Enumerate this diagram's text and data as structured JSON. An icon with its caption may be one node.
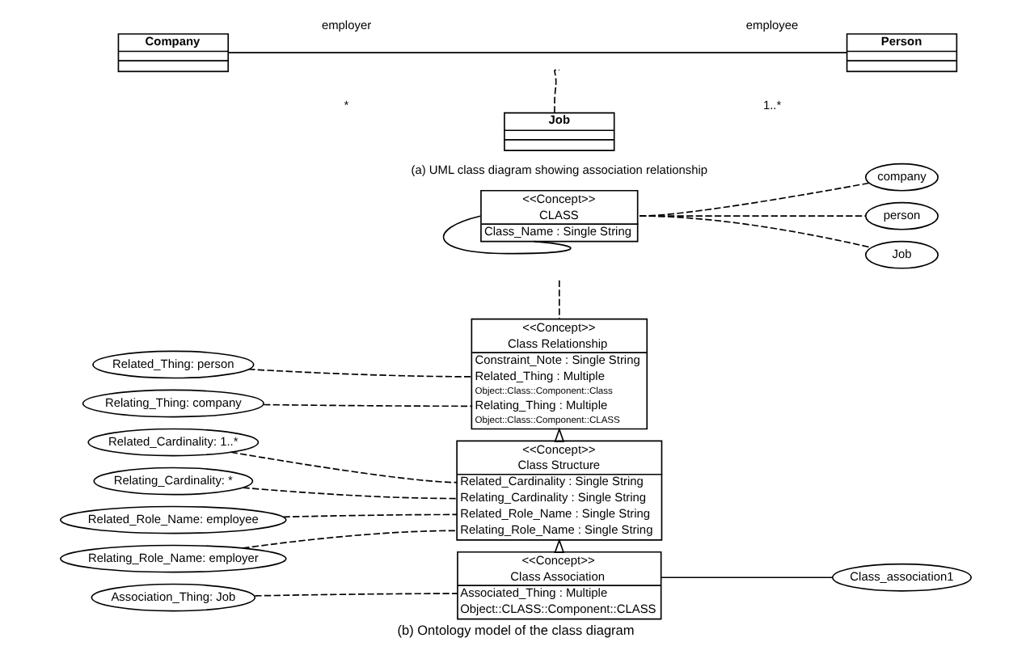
{
  "diagram": {
    "caption": "(b) Ontology model of the class diagram",
    "nodes": [
      {
        "text": [
          "Company"
        ]
      },
      {
        "text": [
          "Person"
        ]
      },
      {
        "text": [
          "Job"
        ]
      },
      {
        "text": [
          "<<Concept>>",
          "CLASS",
          "Class_Name : Single String"
        ]
      },
      {
        "text": [
          "company"
        ]
      },
      {
        "text": [
          "person"
        ]
      },
      {
        "text": [
          "Job"
        ]
      },
      {
        "text": [
          "<<Concept>>",
          "Class Relationship",
          "Constraint_Note : Single String",
          "Related_Thing : Multiple",
          "Object::Class::Component::Class",
          "Relating_Thing : Multiple",
          "Object::Class::Component::CLASS"
        ]
      },
      {
        "text": [
          "Related_Thing: person"
        ]
      },
      {
        "text": [
          "Relating_Thing: company"
        ]
      },
      {
        "text": [
          "<<Concept>>",
          "Class Structure",
          "Related_Cardinality : Single String",
          "Relating_Cardinality : Single String",
          "Related_Role_Name : Single String",
          "Relating_Role_Name : Single String"
        ]
      },
      {
        "text": [
          "Related_Cardinality: 1..*"
        ]
      },
      {
        "text": [
          "Relating_Cardinality: *"
        ]
      },
      {
        "text": [
          "Related_Role_Name: employee"
        ]
      },
      {
        "text": [
          "Relating_Role_Name: employer"
        ]
      },
      {
        "text": [
          "<<Concept>>",
          "Class Association",
          "Associated_Thing : Multiple",
          "Object::CLASS::Component::CLASS"
        ]
      },
      {
        "text": [
          "Association_Thing: Job"
        ]
      },
      {
        "text": [
          "Class_association1"
        ]
      }
    ],
    "edges": [
      {
        "from": 0,
        "to": 1,
        "arrow": "none"
      },
      {
        "from": null,
        "to": 2,
        "arrow": "none",
        "style": "dashed"
      },
      {
        "from": 3,
        "to": 4,
        "arrow": "none",
        "style": "dashed"
      },
      {
        "from": 3,
        "to": 5,
        "arrow": "none",
        "style": "dashed"
      },
      {
        "from": 3,
        "to": 6,
        "arrow": "none",
        "style": "dashed"
      },
      {
        "from": 3,
        "to": 3,
        "arrow": "none"
      },
      {
        "from": null,
        "to": 7,
        "arrow": "none",
        "style": "dashed"
      },
      {
        "from": 8,
        "to": 7,
        "arrow": "none",
        "style": "dashed"
      },
      {
        "from": 9,
        "to": 7,
        "arrow": "none",
        "style": "dashed"
      },
      {
        "from": 10,
        "to": 7,
        "arrow": "to"
      },
      {
        "from": 11,
        "to": 10,
        "arrow": "none",
        "style": "dashed"
      },
      {
        "from": 12,
        "to": 10,
        "arrow": "none",
        "style": "dashed"
      },
      {
        "from": 13,
        "to": 10,
        "arrow": "none",
        "style": "dashed"
      },
      {
        "from": 14,
        "to": 10,
        "arrow": "none",
        "style": "dashed"
      },
      {
        "from": 15,
        "to": 10,
        "arrow": "to"
      },
      {
        "from": 16,
        "to": 15,
        "arrow": "none",
        "style": "dashed"
      },
      {
        "from": 15,
        "to": 17,
        "arrow": "none"
      }
    ],
    "labels": [
      "employer",
      "employee",
      "*",
      "1..*",
      "(a) UML class diagram showing association relationship"
    ]
  }
}
